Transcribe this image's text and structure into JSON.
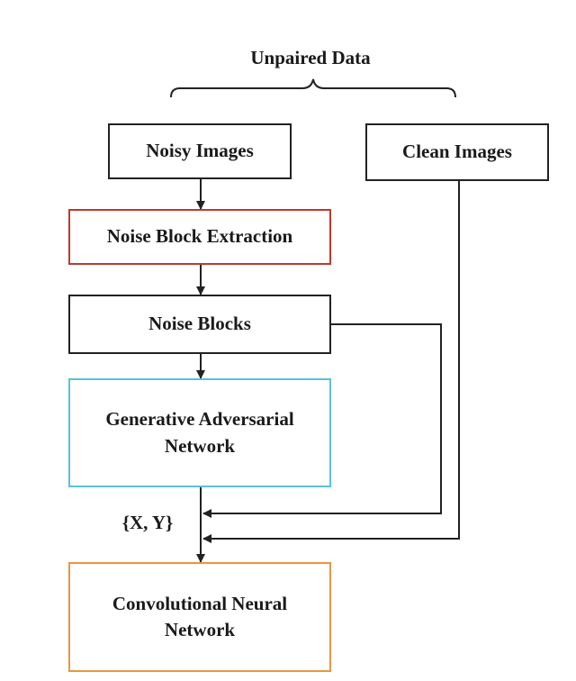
{
  "title": "Unpaired Data",
  "nodes": {
    "noisy_images": "Noisy Images",
    "clean_images": "Clean Images",
    "noise_block_extraction": "Noise Block Extraction",
    "noise_blocks": "Noise Blocks",
    "gan_line1": "Generative Adversarial",
    "gan_line2": "Network",
    "cnn_line1": "Convolutional Neural",
    "cnn_line2": "Network"
  },
  "pair_label": "{X, Y}",
  "colors": {
    "default_border": "#222222",
    "extraction_border": "#c0392b",
    "gan_border": "#5bc0de",
    "cnn_border": "#e8963f"
  }
}
